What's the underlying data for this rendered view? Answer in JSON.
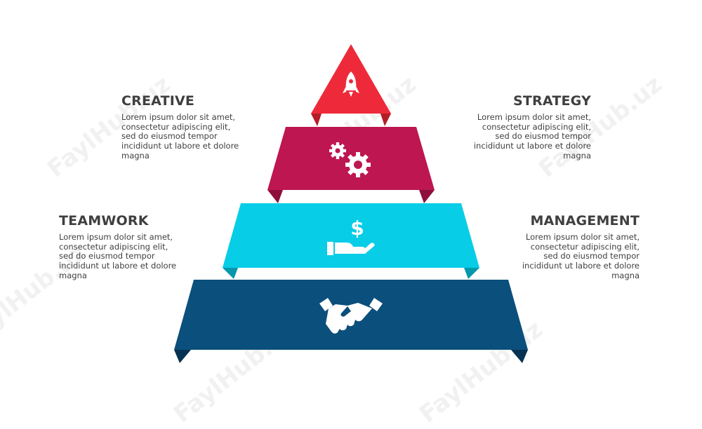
{
  "levels": [
    {
      "title": "CREATIVE",
      "icon": "rocket-icon",
      "color": "#ee2a3a",
      "text_lines": [
        "Lorem ipsum dolor sit amet,",
        "consectetur adipiscing elit,",
        "sed do eiusmod tempor",
        "incididunt ut labore et dolore",
        "magna"
      ]
    },
    {
      "title": "STRATEGY",
      "icon": "gears-icon",
      "color": "#bd1650",
      "text_lines": [
        "Lorem ipsum dolor sit amet,",
        "consectetur adipiscing elit,",
        "sed do eiusmod tempor",
        "incididunt ut labore et dolore",
        "magna"
      ]
    },
    {
      "title": "TEAMWORK",
      "icon": "money-hand-icon",
      "color": "#07cde7",
      "text_lines": [
        "Lorem ipsum dolor sit amet,",
        "consectetur adipiscing elit,",
        "sed do eiusmod tempor",
        "incididunt ut labore et dolore",
        "magna"
      ]
    },
    {
      "title": "MANAGEMENT",
      "icon": "handshake-icon",
      "color": "#0b4f7c",
      "text_lines": [
        "Lorem ipsum dolor sit amet,",
        "consectetur adipiscing elit,",
        "sed do eiusmod tempor",
        "incididunt ut labore et dolore",
        "magna"
      ]
    }
  ],
  "watermark": "FaylHub.uz"
}
